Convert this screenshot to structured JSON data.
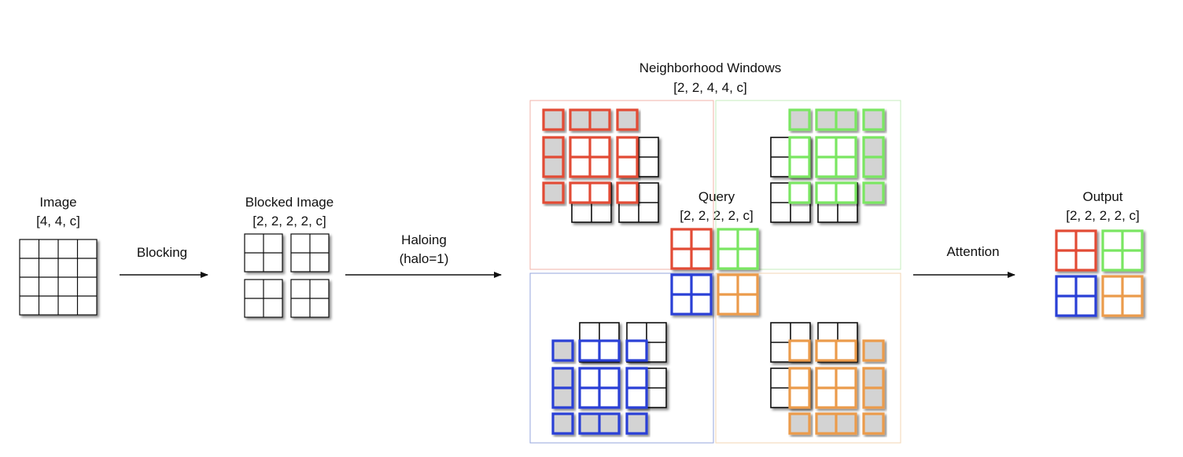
{
  "labels": {
    "image_title": "Image",
    "image_shape": "[4, 4, c]",
    "blocking": "Blocking",
    "blocked_title": "Blocked Image",
    "blocked_shape": "[2, 2, 2, 2, c]",
    "haloing": "Haloing",
    "halo_param": "(halo=1)",
    "windows_title": "Neighborhood Windows",
    "windows_shape": "[2, 2, 4, 4, c]",
    "query_title": "Query",
    "query_shape": "[2, 2, 2, 2, c]",
    "attention": "Attention",
    "output_title": "Output",
    "output_shape": "[2, 2, 2, 2, c]"
  },
  "colors": {
    "red": "#e24b36",
    "green": "#7ae662",
    "blue": "#2a3fd6",
    "orange": "#eb9b4c",
    "halo_fill": "#d3d3d3",
    "grid_line": "#111111",
    "red_panel": "#f2b3a8",
    "green_panel": "#c6ecbc",
    "blue_panel": "#95a4dd",
    "orange_panel": "#f3d5b3"
  }
}
